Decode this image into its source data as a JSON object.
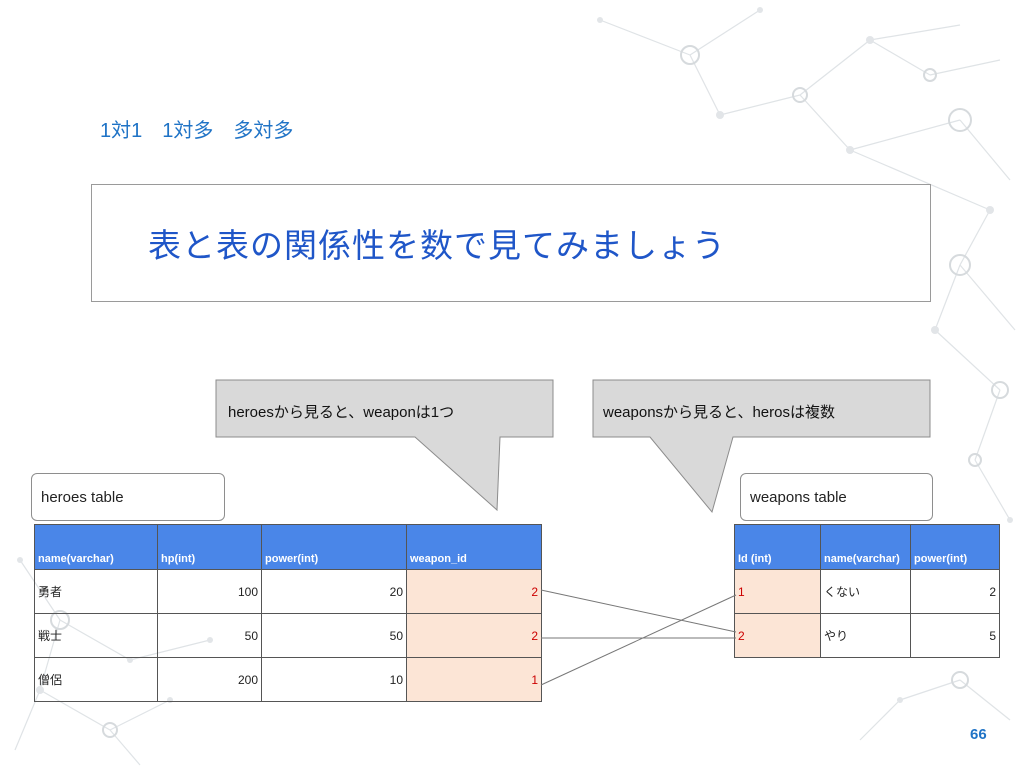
{
  "slide": {
    "subtitle": "1対1　1対多　多対多",
    "heading": "表と表の関係性を数で見てみましょう",
    "page_number": "66",
    "colors": {
      "accent": "#1f73c6",
      "heading": "#1f56c8",
      "table_header": "#4a86e8",
      "key_cell_bg": "#fce5d6",
      "key_cell_text": "#cc0000",
      "callout_bg": "#d9d9d9"
    }
  },
  "callouts": {
    "heroes": "heroesから見ると、weaponは1つ",
    "weapons": "weaponsから見ると、herosは複数"
  },
  "labels": {
    "heroes_table": "heroes table",
    "weapons_table": "weapons table"
  },
  "heroes_table": {
    "headers": [
      "name(varchar)",
      "hp(int)",
      "power(int)",
      "weapon_id"
    ],
    "rows": [
      [
        "勇者",
        "100",
        "20",
        "2"
      ],
      [
        "戦士",
        "50",
        "50",
        "2"
      ],
      [
        "僧侶",
        "200",
        "10",
        "1"
      ]
    ]
  },
  "weapons_table": {
    "headers": [
      "Id (int)",
      "name(varchar)",
      "power(int)"
    ],
    "rows": [
      [
        "1",
        "くない",
        "2"
      ],
      [
        "2",
        "やり",
        "5"
      ]
    ]
  }
}
